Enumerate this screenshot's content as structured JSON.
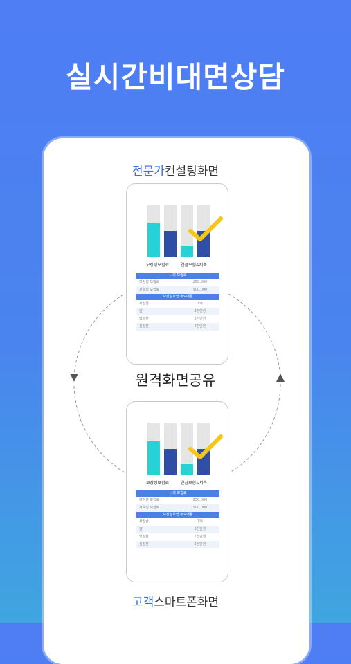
{
  "headline": "실시간비대면상담",
  "top_caption": {
    "highlight": "전문가",
    "rest": "컨설팅화면"
  },
  "bottom_caption": {
    "highlight": "고객",
    "rest": "스마트폰화면"
  },
  "center_label": "원격화면공유",
  "phone": {
    "bar_labels": [
      "보장성보험료",
      "연금보험&저축"
    ],
    "bars": [
      0.64,
      0.5,
      0.2,
      0.5
    ],
    "section1_title": "나의 보험료",
    "rows1": [
      [
        "보장성 보험료",
        "250,000"
      ],
      [
        "저축성 보험료",
        "500,000"
      ]
    ],
    "section2_title": "보장성보험 주요내용",
    "rows2": [
      [
        "사망금",
        "1억"
      ],
      [
        "암",
        "3천만원"
      ],
      [
        "뇌질환",
        "2천만원"
      ],
      [
        "심질환",
        "2천만원"
      ]
    ]
  },
  "colors": {
    "accent": "#3b6fe0",
    "teal": "#27d1d6",
    "navy": "#2f4fa6",
    "check": "#f5c518"
  }
}
